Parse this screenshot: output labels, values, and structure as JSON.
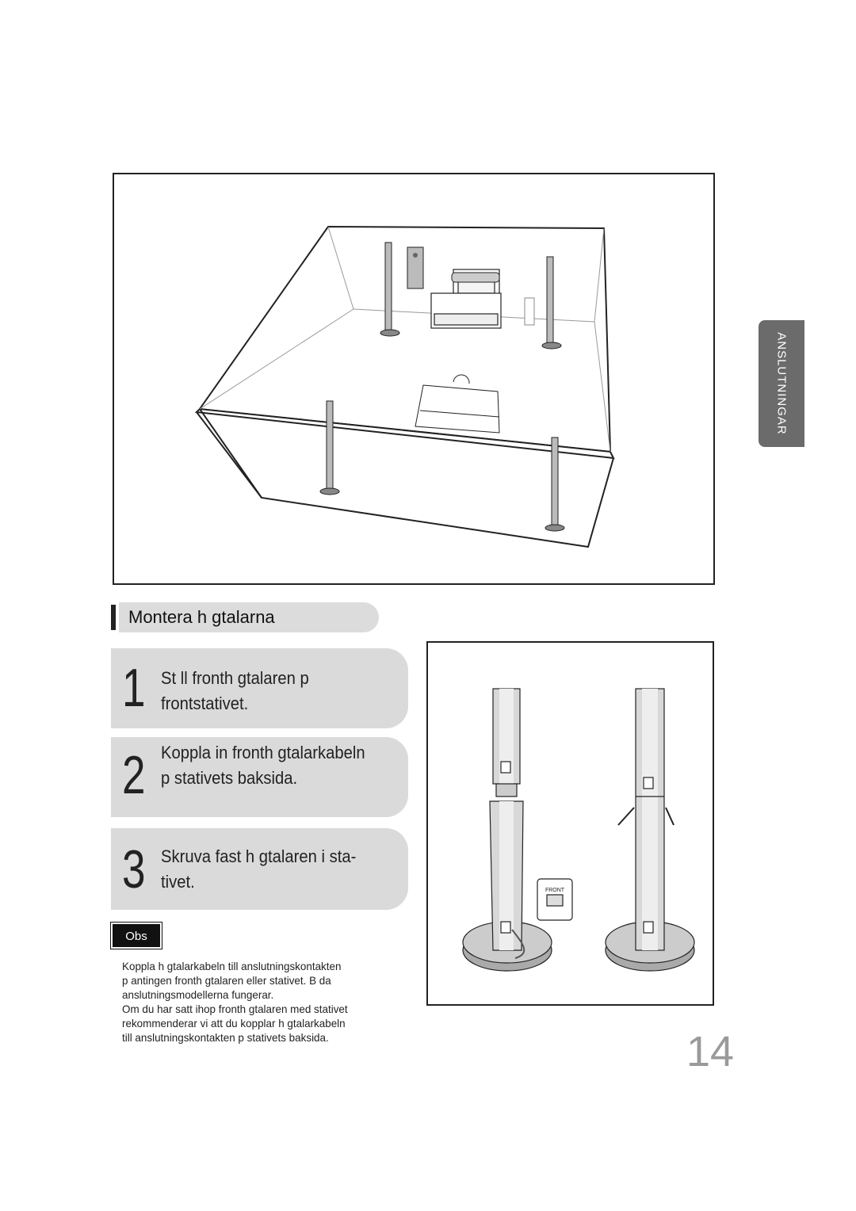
{
  "side_tab": {
    "label": "ANSLUTNINGAR"
  },
  "section": {
    "title": "Montera h gtalarna"
  },
  "steps": [
    {
      "number": "1",
      "line1": "St ll fronth gtalaren p",
      "line2": "frontstativet."
    },
    {
      "number": "2",
      "line1": "Koppla in fronth gtalarkabeln",
      "line2": "p  stativets baksida."
    },
    {
      "number": "3",
      "line1": "Skruva fast h gtalaren i sta-",
      "line2": "tivet."
    }
  ],
  "obs": {
    "label": "Obs"
  },
  "note": {
    "lines": [
      "Koppla h gtalarkabeln till anslutningskontakten",
      "p  antingen fronth gtalaren eller stativet. B da",
      "anslutningsmodellerna fungerar.",
      "Om du har satt ihop fronth gtalaren med stativet",
      "rekommenderar vi att du kopplar h gtalarkabeln",
      "till anslutningskontakten p  stativets baksida."
    ]
  },
  "diagram": {
    "jack_label": "FRONT"
  },
  "page_number": "14"
}
